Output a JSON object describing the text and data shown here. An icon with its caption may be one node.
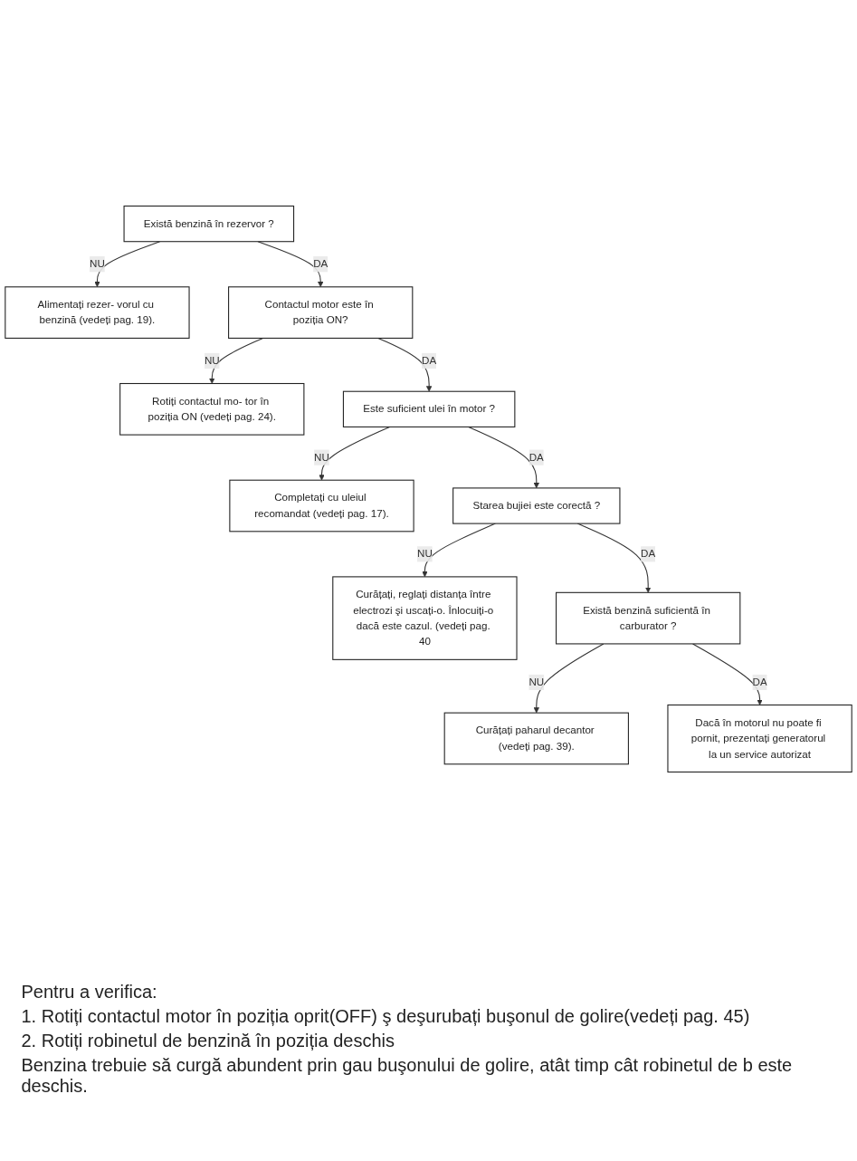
{
  "diagram": {
    "nodes": [
      {
        "text": [
          "Există benzină în rezervor ?"
        ]
      },
      {
        "text": [
          "Alimentați rezer- vorul cu benzină (vedeți pag. 19)."
        ]
      },
      {
        "text": [
          "Contactul motor este în poziția ON?"
        ]
      },
      {
        "text": [
          "Rotiți contactul mo- tor în poziția ON (vedeți pag. 24)."
        ]
      },
      {
        "text": [
          "Este suficient ulei în motor ?"
        ]
      },
      {
        "text": [
          "Completați cu uleiul recomandat (vedeți pag. 17)."
        ]
      },
      {
        "text": [
          "Starea bujiei este corectă ?"
        ]
      },
      {
        "text": [
          "Curățați, reglați distanța între electrozi şi uscați-o. Înlocuiți-o dacă este cazul. (vedeți pag. 40"
        ]
      },
      {
        "text": [
          "Există benzină suficientă în carburator ?"
        ]
      },
      {
        "text": [
          "Curățați paharul decantor (vedeți pag. 39)."
        ]
      },
      {
        "text": [
          "Dacă în motorul nu poate fi pornit, prezentați generatorul la un service autorizat"
        ]
      }
    ],
    "edges": [
      {
        "from": 0,
        "to": 1,
        "label": "NU",
        "arrow": "to"
      },
      {
        "from": 0,
        "to": 2,
        "label": "DA",
        "arrow": "to"
      },
      {
        "from": 2,
        "to": 3,
        "label": "NU",
        "arrow": "to"
      },
      {
        "from": 2,
        "to": 4,
        "label": "DA",
        "arrow": "to"
      },
      {
        "from": 4,
        "to": 5,
        "label": "NU",
        "arrow": "to"
      },
      {
        "from": 4,
        "to": 6,
        "label": "DA",
        "arrow": "to"
      },
      {
        "from": 6,
        "to": 7,
        "label": "NU",
        "arrow": "to"
      },
      {
        "from": 6,
        "to": 8,
        "label": "DA",
        "arrow": "to"
      },
      {
        "from": 8,
        "to": 9,
        "label": "NU",
        "arrow": "to"
      },
      {
        "from": 8,
        "to": 10,
        "label": "DA",
        "arrow": "to"
      }
    ],
    "labels": [
      "Pentru a verifica:",
      "1. Rotiți contactul motor în poziția oprit(OFF) ş deşurubați buşonul de golire(vedeți pag. 45)",
      "2. Rotiți robinetul de benzină în poziția deschis",
      "Benzina trebuie să curgă abundent prin gau buşonului de golire, atât timp cât robinetul de b este deschis."
    ]
  }
}
